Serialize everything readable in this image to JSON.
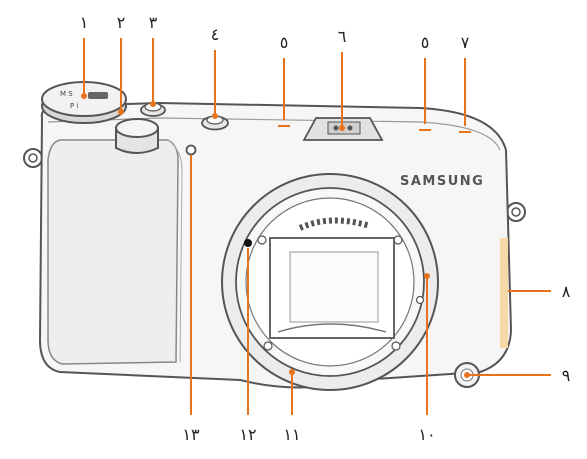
{
  "callouts": {
    "c1": "١",
    "c2": "٢",
    "c3": "٣",
    "c4": "٤",
    "c5a": "٥",
    "c6": "٦",
    "c5b": "٥",
    "c7": "٧",
    "c8": "٨",
    "c9": "٩",
    "c10": "١٠",
    "c11": "١١",
    "c12": "١٢",
    "c13": "١٣"
  },
  "camera": {
    "brand_text": "SAMSUNG"
  },
  "colors": {
    "leader": "#e8731c",
    "body": "#f6f6f6",
    "outline": "#555555"
  }
}
